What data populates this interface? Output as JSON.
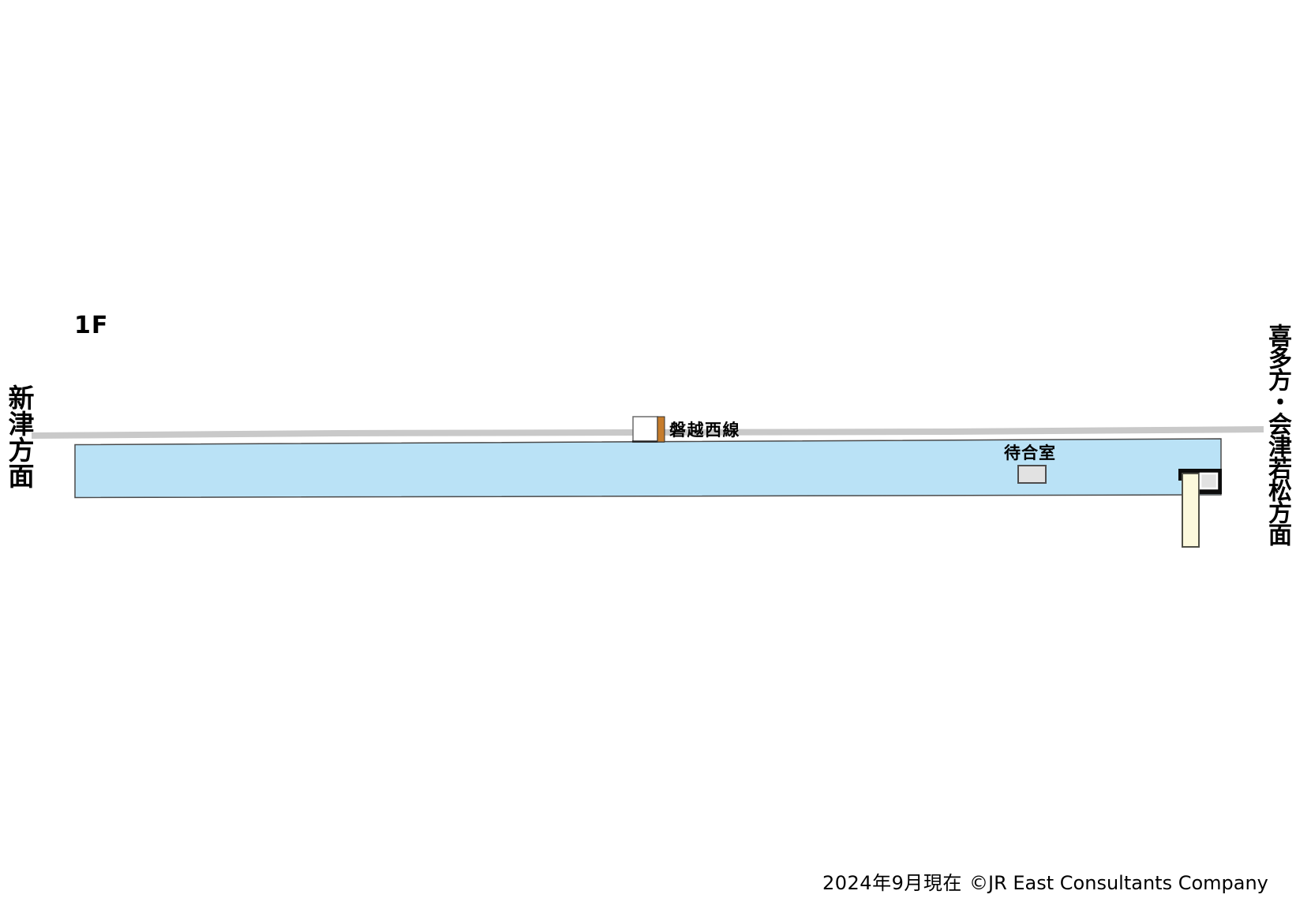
{
  "floor_label": "1F",
  "directions": {
    "left": "新津方面",
    "right": "喜多方・会津若松方面"
  },
  "line": {
    "name": "磐越西線"
  },
  "platform": {
    "waiting_room_label": "待合室"
  },
  "footer": {
    "date": "2024年9月現在",
    "copyright": "©JR East Consultants Company"
  },
  "colors": {
    "platform_blue": "#BAE2F6",
    "track_gray": "#C9C9C9",
    "line_orange": "#C67C2C",
    "structure_cream": "#FCF9DC",
    "box_gray": "#E2E2E2",
    "frame_black": "#0D0D0D"
  }
}
